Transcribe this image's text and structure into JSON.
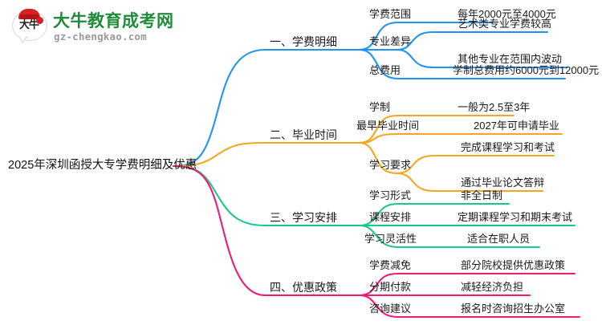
{
  "logo": {
    "mark_text": "大牛",
    "site_name_cn": "大牛教育成考网",
    "site_url": "gz-chengkao.com"
  },
  "colors": {
    "branch_1": "#1f94f2",
    "branch_2": "#f0a81e",
    "branch_3": "#17c98a",
    "branch_4": "#f01a78",
    "text": "#1a1a1a",
    "background": "#ffffff",
    "logo_green": "#1e8c3a",
    "logo_red": "#d81f21"
  },
  "mindmap": {
    "root": "2025年深圳函授大专学费明细及优惠",
    "branches": [
      {
        "label": "一、学费明细",
        "color": "blue",
        "children": [
          {
            "label": "学费范围",
            "value": "每年2000元至4000元"
          },
          {
            "label": "专业差异",
            "leaves": [
              "艺术类专业学费较高",
              "其他专业在范围内波动"
            ]
          },
          {
            "label": "总费用",
            "value": "学制总费用约6000元到12000元"
          }
        ]
      },
      {
        "label": "二、毕业时间",
        "color": "orange",
        "children": [
          {
            "label": "学制",
            "value": "一般为2.5至3年"
          },
          {
            "label": "最早毕业时间",
            "value": "2027年可申请毕业"
          },
          {
            "label": "学习要求",
            "leaves": [
              "完成课程学习和考试",
              "通过毕业论文答辩"
            ]
          }
        ]
      },
      {
        "label": "三、学习安排",
        "color": "green",
        "children": [
          {
            "label": "学习形式",
            "value": "非全日制"
          },
          {
            "label": "课程安排",
            "value": "定期课程学习和期末考试"
          },
          {
            "label": "学习灵活性",
            "value": "适合在职人员"
          }
        ]
      },
      {
        "label": "四、优惠政策",
        "color": "pink",
        "children": [
          {
            "label": "学费减免",
            "value": "部分院校提供优惠政策"
          },
          {
            "label": "分期付款",
            "value": "减轻经济负担"
          },
          {
            "label": "咨询建议",
            "value": "报名时咨询招生办公室"
          }
        ]
      }
    ]
  }
}
